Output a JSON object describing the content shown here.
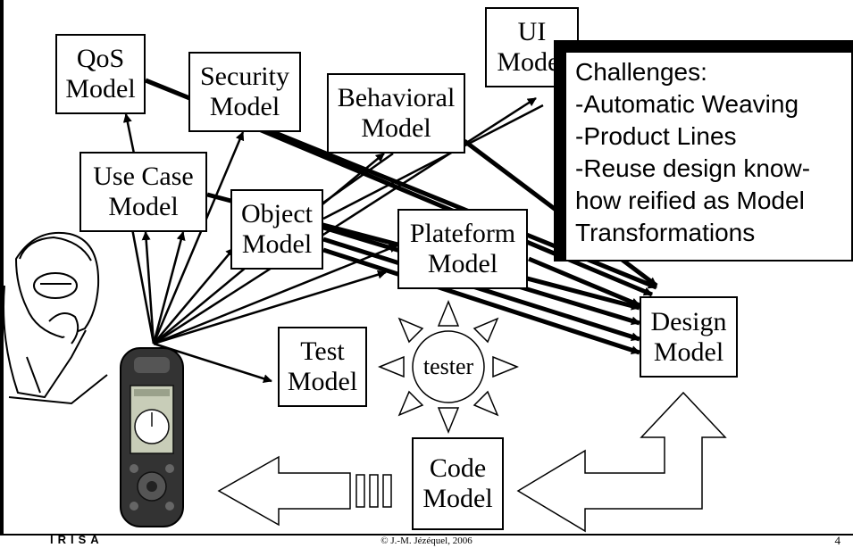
{
  "models": {
    "qos": "QoS\nModel",
    "security": "Security\nModel",
    "behavioral": "Behavioral\nModel",
    "ui": "UI\nModel",
    "use_case": "Use Case\nModel",
    "object": "Object\nModel",
    "plateform": "Plateform\nModel",
    "design": "Design\nModel",
    "test": "Test\nModel",
    "code": "Code\nModel"
  },
  "tester": "tester",
  "challenges": [
    "Challenges:",
    "-Automatic Weaving",
    "-Product Lines",
    "-Reuse design know-",
    " how reified as Model",
    " Transformations"
  ],
  "footer": {
    "copyright": "© J.-M. Jézéquel, 2006",
    "page_number": "4",
    "logo_text": "IRISA"
  },
  "icons": [
    "thinking-person-illustration",
    "gps-device-illustration",
    "sun-icon"
  ]
}
